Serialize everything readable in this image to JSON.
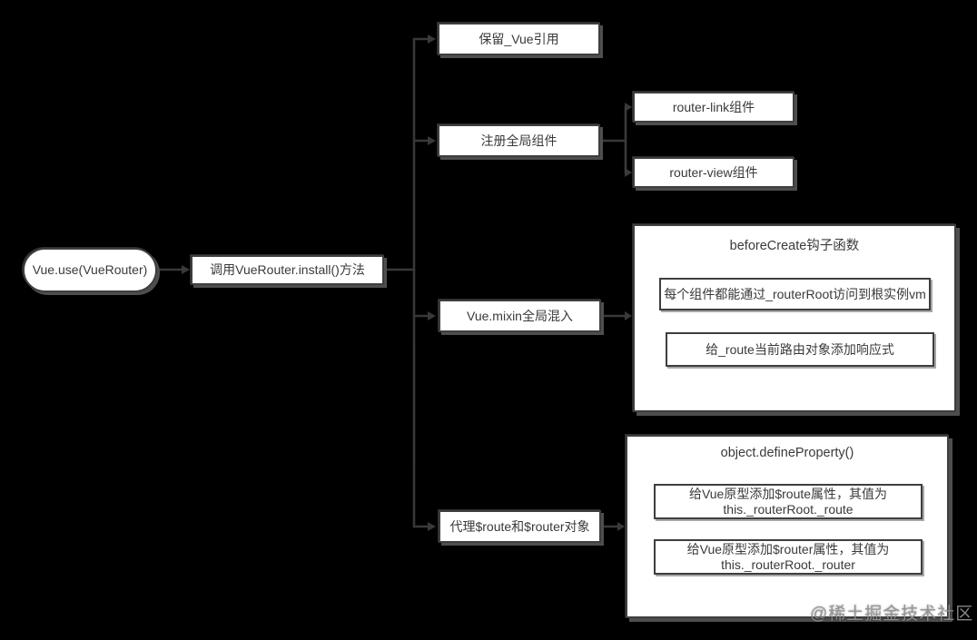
{
  "diagram": {
    "root": {
      "label": "Vue.use(VueRouter)"
    },
    "install": {
      "label": "调用VueRouter.install()方法"
    },
    "branches": [
      {
        "label": "保留_Vue引用"
      },
      {
        "label": "注册全局组件"
      },
      {
        "label": "Vue.mixin全局混入"
      },
      {
        "label": "代理$route和$router对象"
      }
    ],
    "components": [
      {
        "label": "router-link组件"
      },
      {
        "label": "router-view组件"
      }
    ],
    "before_create": {
      "title": "beforeCreate钩子函数",
      "items": [
        {
          "text": "每个组件都能通过_routerRoot访问到根实例vm"
        },
        {
          "text": "给_route当前路由对象添加响应式"
        }
      ]
    },
    "define_property": {
      "title": "object.defineProperty()",
      "items": [
        {
          "line1": "给Vue原型添加$route属性，其值为",
          "line2": "this._routerRoot._route"
        },
        {
          "line1": "给Vue原型添加$router属性，其值为",
          "line2": "this._routerRoot._router"
        }
      ]
    },
    "watermark": "@稀土掘金技术社区"
  },
  "colors": {
    "background": "#000000",
    "node_fill": "#ffffff",
    "node_border": "#3e3e3e",
    "connector": "#3c3c3c",
    "text": "#3a3a3a",
    "watermark": "#919191"
  }
}
